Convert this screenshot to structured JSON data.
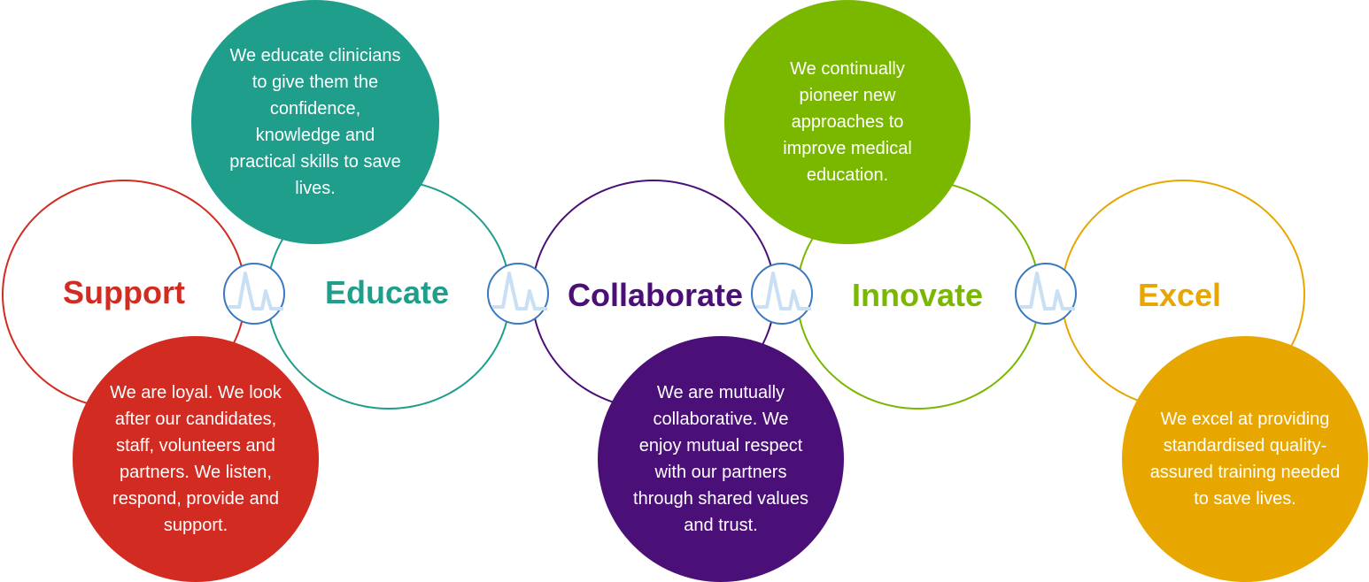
{
  "values": [
    {
      "title": "Support",
      "color": "#d22b21",
      "description": "We are loyal. We look after our candidates, staff, volunteers and partners. We listen, respond, provide and support."
    },
    {
      "title": "Educate",
      "color": "#1f9e8c",
      "description": "We educate clinicians to give them the confidence, knowledge and practical skills to save lives."
    },
    {
      "title": "Collaborate",
      "color": "#4b0f78",
      "description": "We are mutually collaborative. We enjoy mutual respect with our partners through shared values and trust."
    },
    {
      "title": "Innovate",
      "color": "#7ab800",
      "description": "We continually pioneer new approaches to improve medical education."
    },
    {
      "title": "Excel",
      "color": "#e8a700",
      "description": "We excel at providing standardised quality-assured training needed to save lives."
    }
  ],
  "connector": {
    "icon": "pulse-line-icon",
    "color": "#3a78c0"
  }
}
